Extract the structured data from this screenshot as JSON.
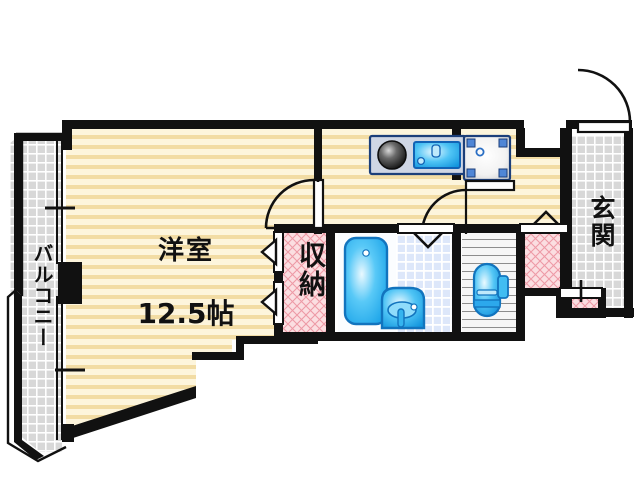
{
  "document": {
    "kind": "floor-plan",
    "language": "ja",
    "layout_type": "1K",
    "background_color": "#ffffff"
  },
  "palette": {
    "wall": "#111111",
    "room_floor_light": "#fdf5dc",
    "room_floor_stripe": "#f2dca4",
    "closet_pink": "#fadadd",
    "closet_pink_line": "#e99aa4",
    "tile_gray": "#d9d9d9",
    "tile_gray_line": "#ffffff",
    "bath_tile": "#dfe8fb",
    "bath_tile_line": "#ffffff",
    "fixture_blue": "#29b6f6",
    "fixture_blue_dark": "#1565c0",
    "toilet_floor": "#f4f4f4",
    "text": "#111111"
  },
  "rooms": [
    {
      "id": "main-room",
      "name": "洋室",
      "area": "12.5帖",
      "floor": "striped-wood"
    },
    {
      "id": "closet",
      "name": "収納",
      "floor": "pink-hatch",
      "orientation": "vertical"
    },
    {
      "id": "balcony",
      "name": "バルコニー",
      "floor": "gray-grid-tile",
      "orientation": "vertical"
    },
    {
      "id": "entrance",
      "name": "玄関",
      "floor": "gray-grid-tile",
      "orientation": "vertical"
    },
    {
      "id": "bathroom",
      "name": "",
      "floor": "blue-grid-tile"
    },
    {
      "id": "toilet",
      "name": "",
      "floor": "horizontal-line"
    },
    {
      "id": "kitchen-hall",
      "name": "",
      "floor": "striped-wood"
    }
  ],
  "fixtures": [
    {
      "id": "stove",
      "label": "stove-burner"
    },
    {
      "id": "kitchen-sink",
      "label": "kitchen-sink"
    },
    {
      "id": "washer-pan",
      "label": "washing-machine-pan"
    },
    {
      "id": "bathtub",
      "label": "bathtub"
    },
    {
      "id": "vanity-basin",
      "label": "vanity-wash-basin"
    },
    {
      "id": "toilet-bowl",
      "label": "toilet"
    }
  ],
  "doors": [
    {
      "id": "closet-door-upper",
      "type": "folding-arrow"
    },
    {
      "id": "closet-door-lower",
      "type": "folding-arrow"
    },
    {
      "id": "room-door",
      "type": "hinged-swing"
    },
    {
      "id": "bath-door",
      "type": "folding-chevron"
    },
    {
      "id": "toilet-door",
      "type": "hinged-swing"
    },
    {
      "id": "entrance-door",
      "type": "hinged-swing"
    },
    {
      "id": "entry-hall-door",
      "type": "folding-chevron"
    },
    {
      "id": "balcony-slider-upper",
      "type": "sliding-glass"
    },
    {
      "id": "balcony-slider-lower",
      "type": "sliding-glass"
    },
    {
      "id": "shoe-cabinet",
      "type": "cabinet-front"
    }
  ]
}
